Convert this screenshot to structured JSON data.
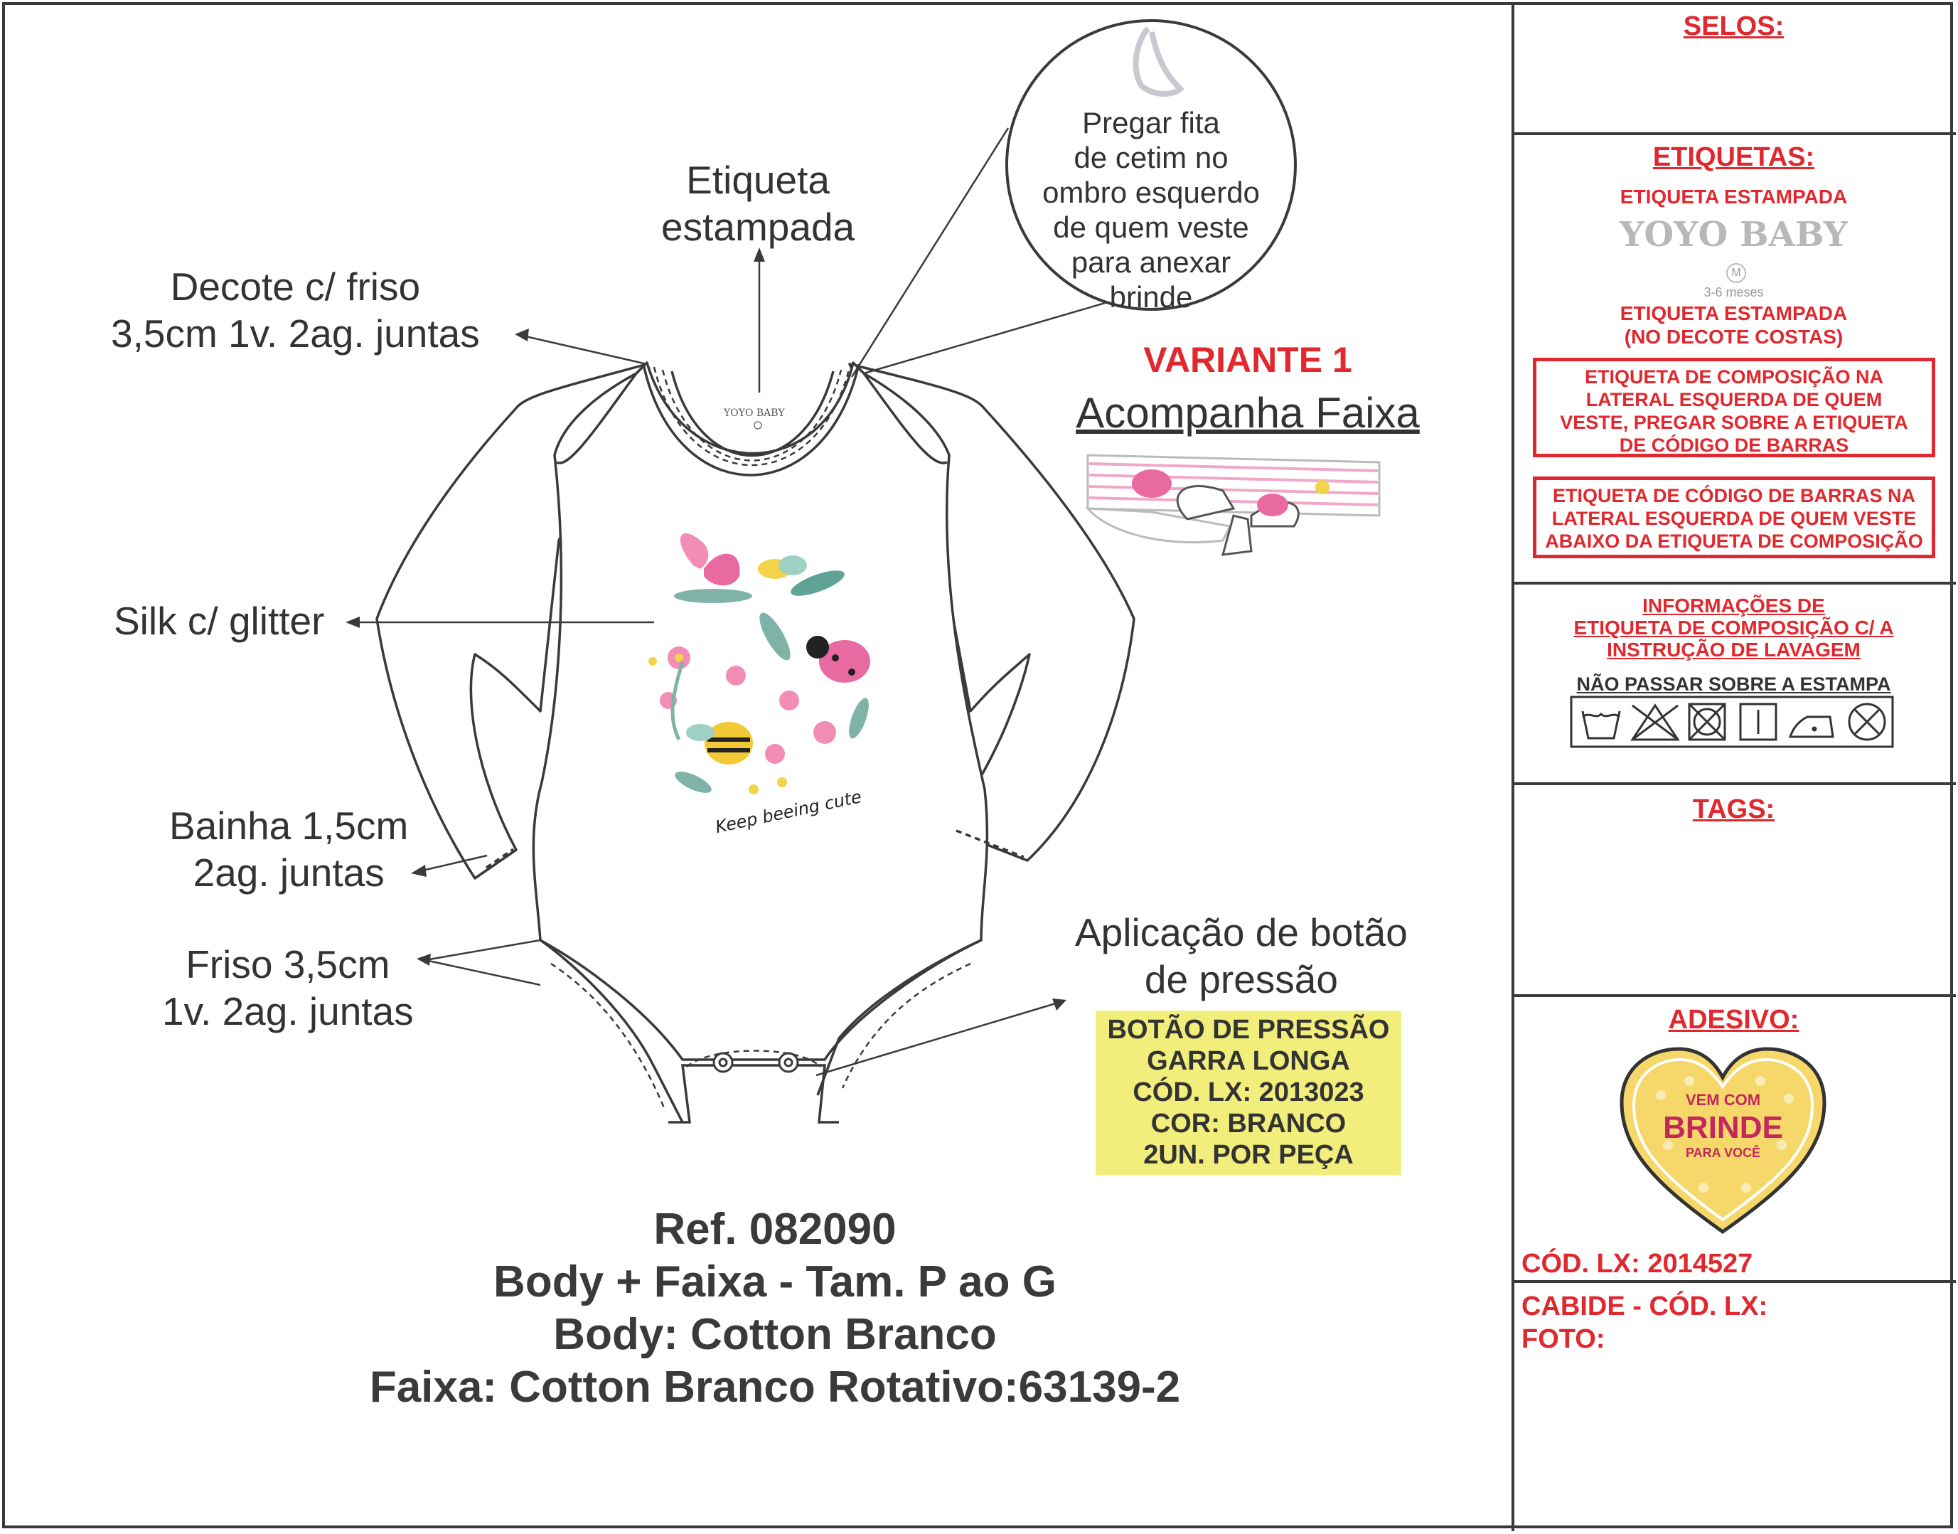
{
  "labels": {
    "etiqueta": [
      "Etiqueta",
      "estampada"
    ],
    "decote": [
      "Decote c/ friso",
      "3,5cm 1v. 2ag. juntas"
    ],
    "silk": "Silk c/ glitter",
    "bainha": [
      "Bainha 1,5cm",
      "2ag. juntas"
    ],
    "friso": [
      "Friso 3,5cm",
      "1v. 2ag. juntas"
    ],
    "aplicacao": [
      "Aplicação de botão",
      "de pressão"
    ],
    "circle": [
      "Pregar fita",
      "de cetim no",
      "ombro esquerdo",
      "de quem veste",
      "para anexar",
      "brinde"
    ]
  },
  "variant": {
    "title": "VARIANTE 1",
    "subtitle": "Acompanha Faixa"
  },
  "button_box": [
    "BOTÃO DE PRESSÃO",
    "GARRA LONGA",
    "CÓD. LX: 2013023",
    "COR: BRANCO",
    "2UN. POR PEÇA"
  ],
  "print": {
    "brand": "YOYO BABY",
    "slogan": "Keep beeing cute"
  },
  "reference": {
    "ref": "Ref. 082090",
    "line2": "Body + Faixa - Tam. P ao G",
    "line3": "Body: Cotton Branco",
    "line4": "Faixa: Cotton Branco Rotativo:63139-2"
  },
  "sidebar": {
    "selos": "SELOS:",
    "etiquetas": "ETIQUETAS:",
    "etiqueta_estampada": "ETIQUETA ESTAMPADA",
    "brand": "YOYO BABY",
    "size": "M",
    "size_range": "3-6 meses",
    "estampada2": [
      "ETIQUETA ESTAMPADA",
      "(NO DECOTE COSTAS)"
    ],
    "composicao_box": [
      "ETIQUETA DE COMPOSIÇÃO NA",
      "LATERAL ESQUERDA DE QUEM",
      "VESTE, PREGAR SOBRE A ETIQUETA",
      "DE CÓDIGO DE BARRAS"
    ],
    "barras_box": [
      "ETIQUETA DE CÓDIGO DE BARRAS NA",
      "LATERAL ESQUERDA DE QUEM VESTE",
      "ABAIXO DA ETIQUETA DE COMPOSIÇÃO"
    ],
    "informacoes": [
      "INFORMAÇÕES DE",
      "ETIQUETA DE COMPOSIÇÃO C/ A",
      "INSTRUÇÃO DE LAVAGEM"
    ],
    "nao_passar": "NÃO PASSAR SOBRE A ESTAMPA",
    "tags": "TAGS:",
    "adesivo": "ADESIVO:",
    "sticker": [
      "VEM COM",
      "BRINDE",
      "PARA VOCÊ"
    ],
    "cod_lx": "CÓD. LX: 2014527",
    "cabide": "CABIDE - CÓD. LX:",
    "foto": "FOTO:"
  },
  "colors": {
    "red": "#e0282e",
    "yellow": "#f2ee7c",
    "ink": "#3a3a3a",
    "pink": "#e86aa0"
  },
  "care_icons": [
    "wash-30-icon",
    "no-bleach-icon",
    "no-tumble-dry-icon",
    "line-dry-icon",
    "iron-low-icon",
    "no-dry-clean-icon"
  ]
}
